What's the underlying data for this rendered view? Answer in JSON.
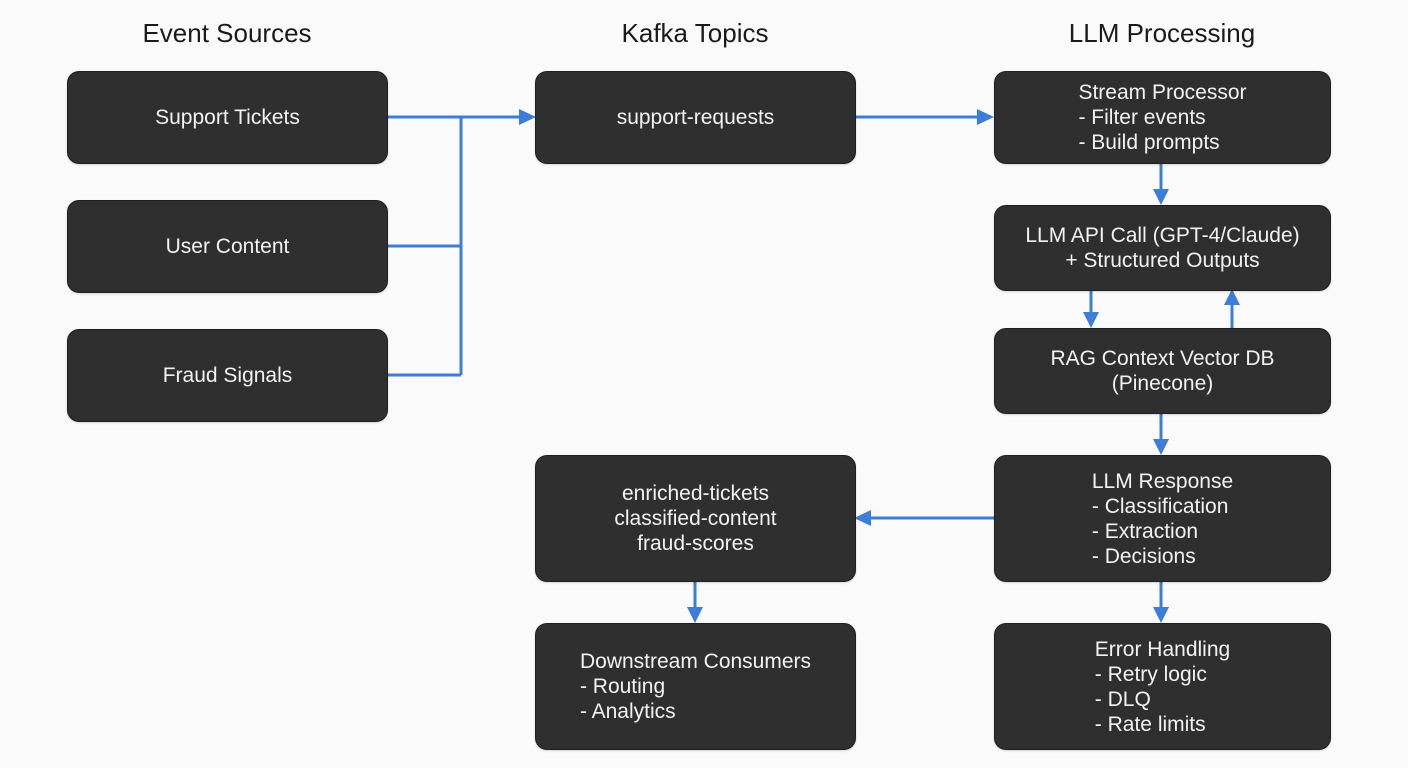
{
  "headers": {
    "sources": "Event Sources",
    "topics": "Kafka Topics",
    "processing": "LLM Processing"
  },
  "sources": {
    "support_tickets": "Support Tickets",
    "user_content": "User Content",
    "fraud_signals": "Fraud Signals"
  },
  "topics": {
    "support_requests": "support-requests",
    "output_topics": [
      "enriched-tickets",
      "classified-content",
      "fraud-scores"
    ]
  },
  "processing": {
    "stream_processor": {
      "title": "Stream Processor",
      "items": [
        "- Filter events",
        "- Build prompts"
      ]
    },
    "llm_api": [
      "LLM API Call (GPT-4/Claude)",
      "+ Structured Outputs"
    ],
    "rag": [
      "RAG Context Vector DB",
      "(Pinecone)"
    ],
    "llm_response": {
      "title": "LLM Response",
      "items": [
        "- Classification",
        "- Extraction",
        "- Decisions"
      ]
    },
    "error_handling": {
      "title": "Error Handling",
      "items": [
        "- Retry logic",
        "- DLQ",
        "- Rate limits"
      ]
    }
  },
  "consumers": {
    "title": "Downstream Consumers",
    "items": [
      "- Routing",
      "- Analytics"
    ]
  },
  "colors": {
    "box": "#2f2f2f",
    "arrow": "#3b7dd8",
    "text": "#f2f2f2"
  }
}
